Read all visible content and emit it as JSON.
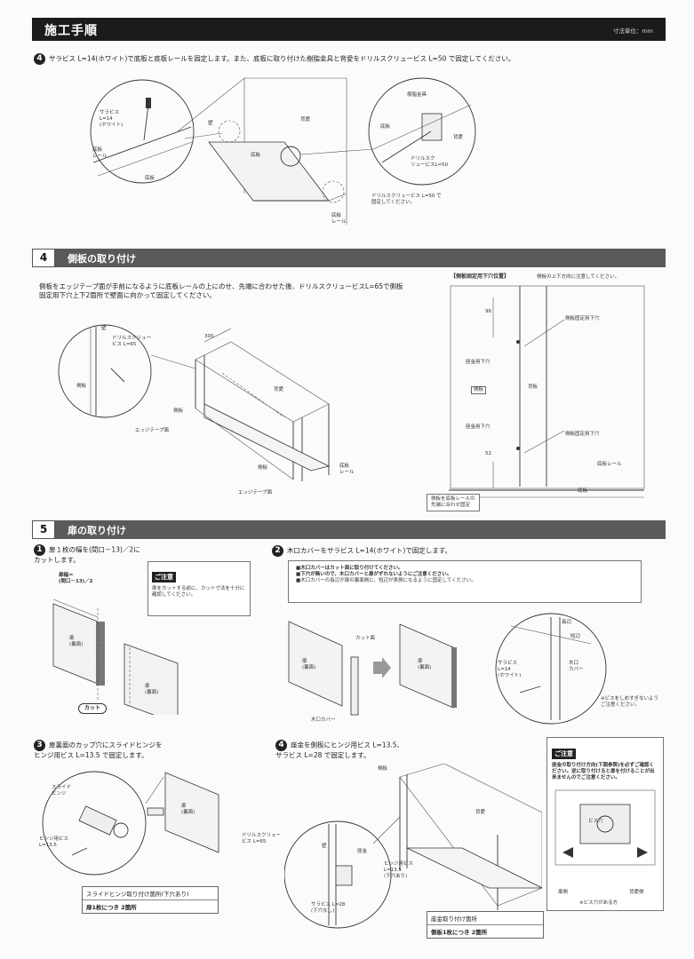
{
  "header": {
    "title": "施工手順",
    "unit": "寸法単位：mm"
  },
  "step4a": {
    "num": "4",
    "text": "サラビス L=14(ホワイト)で底板と底板レールを固定します。また、底板に取り付けた樹脂金具と背愛をドリルスクリュービス L=50 で固定してください。",
    "labels": {
      "screw14": "サラビス\nL=14\n(ホワイト)",
      "bottom_rail": "底板\nレール",
      "bottom": "底板",
      "side": "壁",
      "back": "背愛",
      "rail": "底板\nレール",
      "resin": "樹脂金具",
      "bottom2": "底板",
      "back2": "背愛",
      "drill50": "ドリルスク\nリュービスL=50",
      "note": "ドリルスクリュービス L=50 で\n固定してください。"
    }
  },
  "section4": {
    "num": "4",
    "title": "側板の取り付け",
    "text": "側板をエッジテープ面が手前になるように底板レールの上にのせ、先端に合わせた後、ドリルスクリュービスL=65で側板固定用下穴上下2箇所で壁面に向かって固定してください。",
    "labels": {
      "wall": "壁",
      "drill65": "ドリルスクリュー\nビス L=65",
      "side": "側板",
      "dim300": "300",
      "back": "背愛",
      "side2": "側板",
      "edge1": "エッジテープ面",
      "side3": "側板",
      "rail": "底板\nレール",
      "edge2": "エッジテープ面"
    },
    "panel": {
      "title": "【側板固定用下穴位置】",
      "caption": "側板の上下方向に注意してください。",
      "dim_top": "96",
      "hole_upper": "側板固定用下穴",
      "seat_upper": "座金用下穴",
      "side_label": "側板",
      "back_label": "背板",
      "seat_lower": "座金用下穴",
      "hole_lower": "側板固定用下穴",
      "dim_bottom": "52",
      "rail_label": "底板レール",
      "floor_label": "底板",
      "bottom_note": "側板を底板レールの\n先端に合わせ固定"
    }
  },
  "section5": {
    "num": "5",
    "title": "扉の取り付け",
    "step1": {
      "num": "1",
      "text": "扉１枚の幅を(間口－13)／2に\nカットします。",
      "width_label": "扉幅＝\n(間口－13)／2",
      "door_back": "扉\n(裏面)",
      "door_back2": "扉\n(裏面)",
      "cut": "カット",
      "caution_badge": "ご注意",
      "caution": "扉をカットする前に、カット寸法を十分に確認してください。"
    },
    "step2": {
      "num": "2",
      "text": "木口カバーをサラビス L=14(ホワイト)で固定します。",
      "notes": [
        "■木口カバーはカット面に取り付けてください。",
        "■下穴が無いので、木口カバーと扉がずれないようにご注意ください。",
        "■木口カバーの長辺が扉の裏面側に、短辺が表側になるように固定してください。"
      ],
      "cut_face": "カット面",
      "door1": "扉\n(裏面)",
      "door2": "扉\n(裏面)",
      "cover": "木口カバー",
      "long_side": "長辺",
      "short_side": "短辺",
      "screw": "サラビス\nL=14\n(ホワイト)",
      "cover2": "木口\nカバー",
      "screw_note": "※ビスをしめすぎないようご注意ください。"
    },
    "step3": {
      "num": "3",
      "text": "扉裏面のカップ穴にスライドヒンジを\nヒンジ用ビス L=13.5 で固定します。",
      "hinge": "スライド\nヒンジ",
      "hinge_screw": "ヒンジ用ビス\nL=13.5",
      "door": "扉\n(裏面)",
      "table_title": "スライドヒンジ取り付け箇所(下穴あり)",
      "table_value": "扉1枚につき 2箇所"
    },
    "step4": {
      "num": "4",
      "text": "座金を側板にヒンジ用ビス L=13.5、\nサラビス L=28 で固定します。",
      "side": "側板",
      "back": "背愛",
      "drill65": "ドリルスクリュー\nビス L=65",
      "wall": "壁",
      "seat": "座金",
      "hinge_screw": "ヒンジ用ビス\nL=13.5\n(下穴あり)",
      "sara28": "サラビス L=28\n(下穴なし)",
      "table_title": "座金取り付け箇所",
      "table_value": "側板1枚につき 2箇所",
      "caution_badge": "ご注意",
      "caution": "座金の取り付け方向(下図参照)を必ずご確認ください。逆に取り付けると扉を付けることが出来ませんのでご注意ください。",
      "screw_hole": "ビス穴",
      "front": "扉側",
      "back_side": "背愛側",
      "hole_note": "※ビス穴がある方"
    }
  }
}
